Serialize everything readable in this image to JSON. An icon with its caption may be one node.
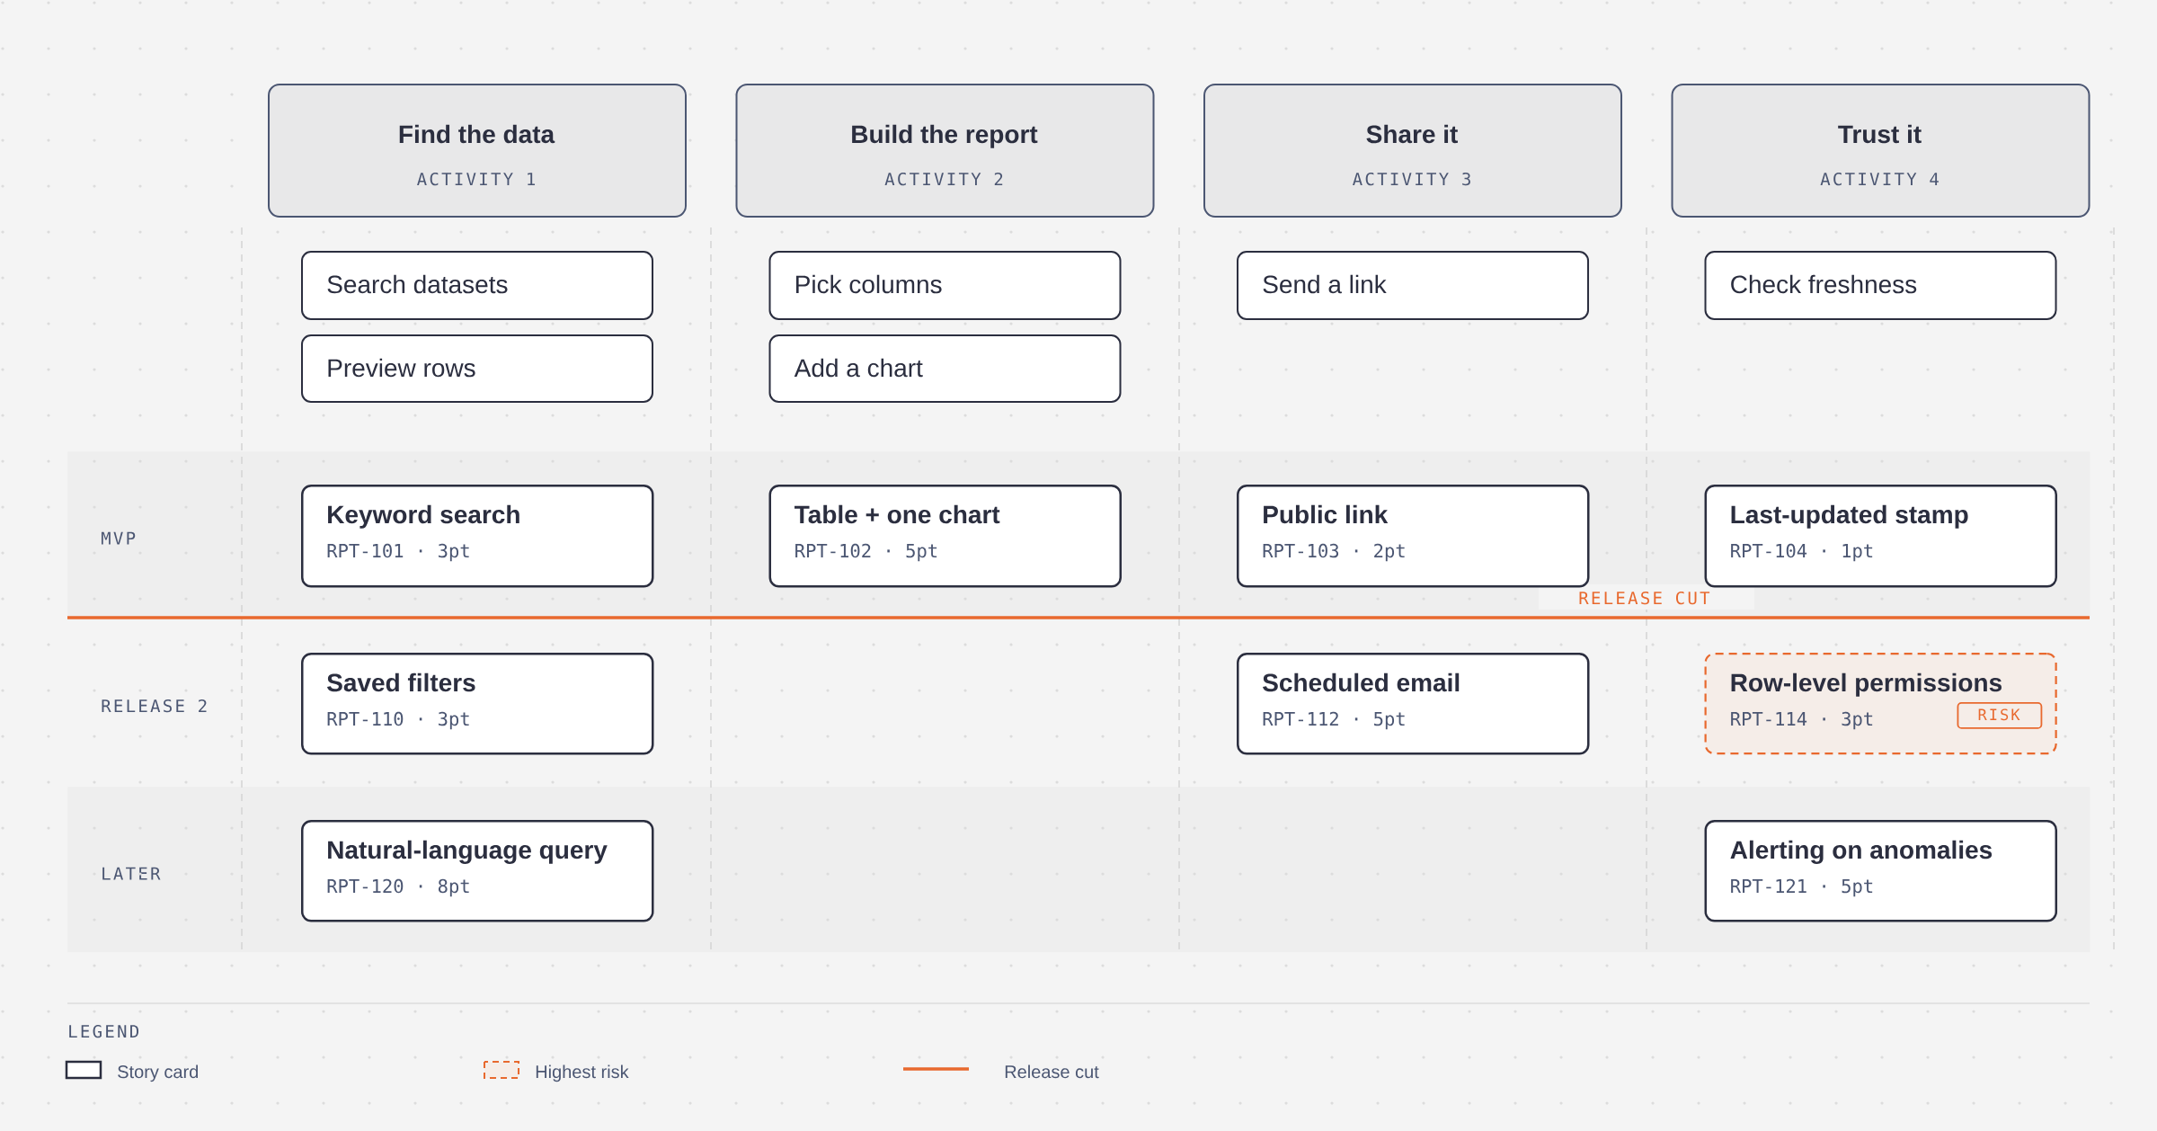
{
  "diagram": {
    "nodes": [
      {
        "text": [
          "Find the data",
          "ACTIVITY 1"
        ]
      },
      {
        "text": [
          "Build the report",
          "ACTIVITY 2"
        ]
      },
      {
        "text": [
          "Share it",
          "ACTIVITY 3"
        ]
      },
      {
        "text": [
          "Trust it",
          "ACTIVITY 4"
        ]
      },
      {
        "text": [
          "Search datasets"
        ]
      },
      {
        "text": [
          "Pick columns"
        ]
      },
      {
        "text": [
          "Send a link"
        ]
      },
      {
        "text": [
          "Check freshness"
        ]
      },
      {
        "text": [
          "Preview rows"
        ]
      },
      {
        "text": [
          "Add a chart"
        ]
      },
      {
        "text": [
          "MVP"
        ]
      },
      {
        "text": [
          "Keyword search",
          "RPT-101 · 3pt"
        ],
        "in": 10
      },
      {
        "text": [
          "Table + one chart",
          "RPT-102 · 5pt"
        ],
        "in": 10
      },
      {
        "text": [
          "Public link",
          "RPT-103 · 2pt"
        ],
        "in": 10
      },
      {
        "text": [
          "Last-updated stamp",
          "RPT-104 · 1pt"
        ],
        "in": 10
      },
      {
        "text": [
          "Saved filters",
          "RPT-110 · 3pt"
        ]
      },
      {
        "text": [
          "Scheduled email",
          "RPT-112 · 5pt"
        ]
      },
      {
        "text": [
          "Row-level permissions",
          "RPT-114 · 3pt"
        ]
      },
      {
        "text": [
          "RISK"
        ],
        "in": 17
      },
      {
        "text": [
          "LATER"
        ]
      },
      {
        "text": [
          "Natural-language query",
          "RPT-120 · 8pt"
        ],
        "in": 19
      },
      {
        "text": [
          "Alerting on anomalies",
          "RPT-121 · 5pt"
        ],
        "in": 19
      }
    ],
    "labels": [
      "RELEASE CUT",
      "RELEASE 2",
      "LEGEND"
    ],
    "legend": [
      {
        "text": "Story card"
      },
      {
        "text": "Highest risk"
      },
      {
        "text": "Release cut"
      }
    ]
  }
}
